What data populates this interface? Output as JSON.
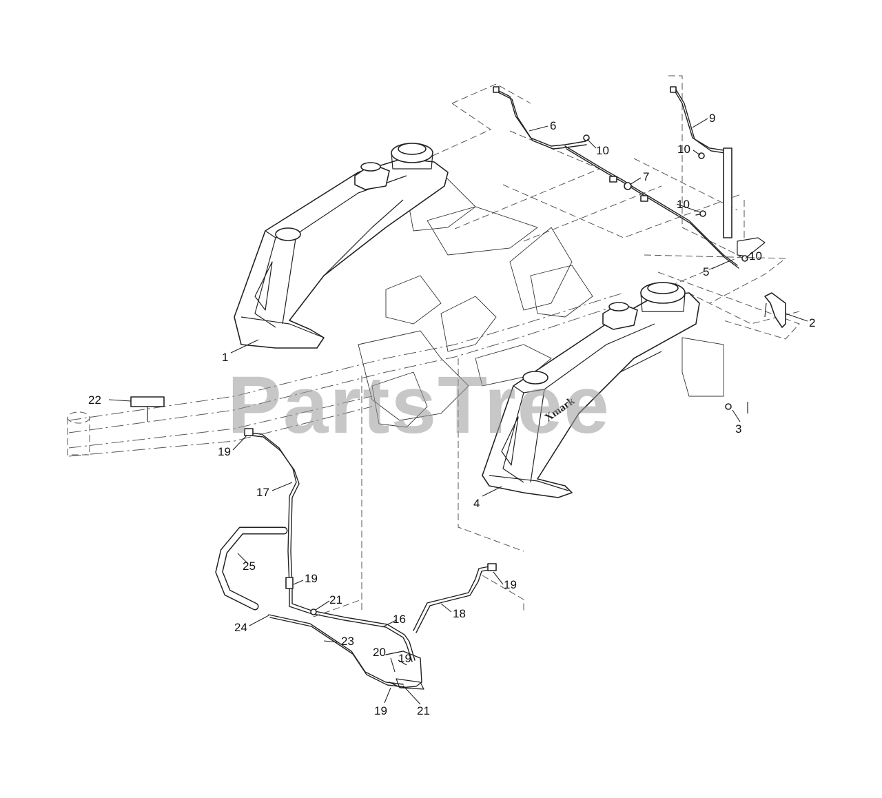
{
  "watermark": "PartsTree",
  "brand_label": "Xmark",
  "callouts": [
    "1",
    "2",
    "3",
    "4",
    "5",
    "6",
    "7",
    "9",
    "10",
    "16",
    "17",
    "18",
    "19",
    "20",
    "21",
    "22",
    "23",
    "24",
    "25"
  ]
}
